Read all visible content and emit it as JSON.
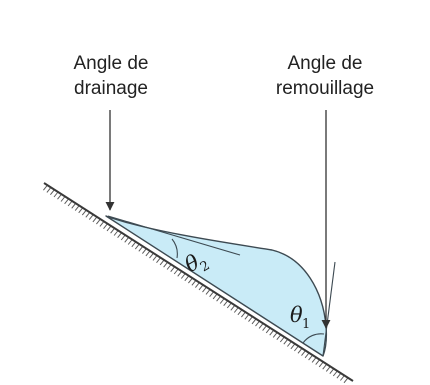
{
  "labels": {
    "receding_line1": "Angle de",
    "receding_line2": "drainage",
    "advancing_line1": "Angle de",
    "advancing_line2": "remouillage"
  },
  "angles": {
    "theta2_symbol": "θ",
    "theta2_index": "2",
    "theta1_symbol": "θ",
    "theta1_index": "1"
  },
  "colors": {
    "drop_fill": "#c9ebf7",
    "drop_stroke": "#3d4a52",
    "surface": "#3a3a3a",
    "hatch": "#5a5a5a",
    "arrow": "#333333"
  }
}
